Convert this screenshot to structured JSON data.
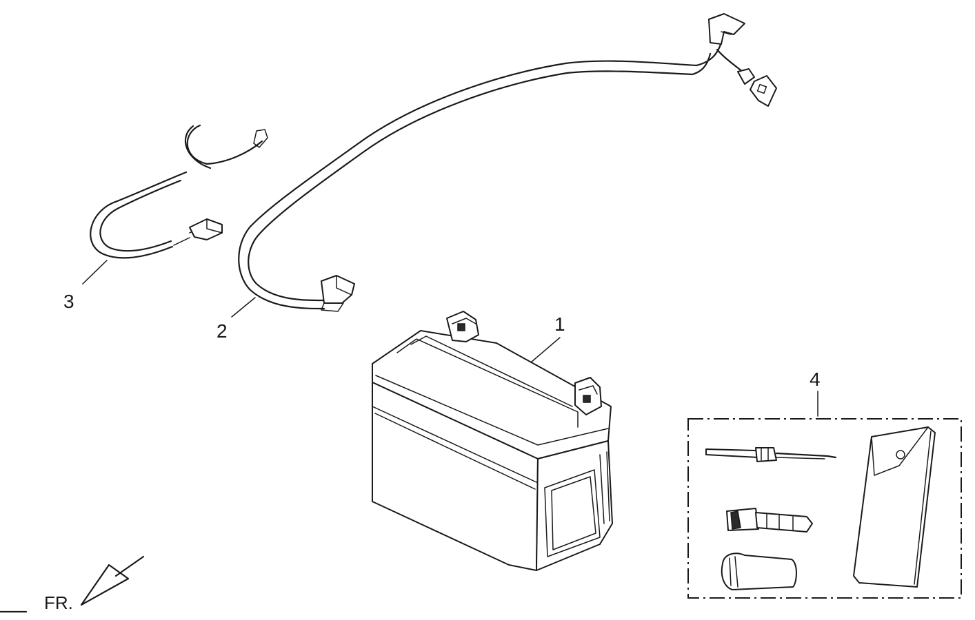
{
  "callouts": [
    {
      "id": "battery",
      "label": "1"
    },
    {
      "id": "positive-cable",
      "label": "2"
    },
    {
      "id": "negative-cable",
      "label": "3"
    },
    {
      "id": "tool-kit",
      "label": "4"
    }
  ],
  "direction_marker": {
    "label": "FR."
  }
}
